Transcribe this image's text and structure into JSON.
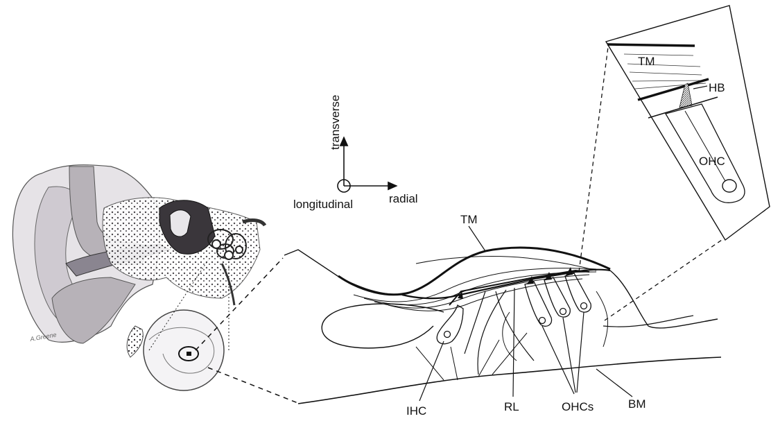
{
  "labels": {
    "transverse": "transverse",
    "longitudinal": "longitudinal",
    "radial": "radial",
    "tm_main": "TM",
    "ihc": "IHC",
    "rl": "RL",
    "ohcs": "OHCs",
    "bm": "BM",
    "inset_tm": "TM",
    "inset_hb": "HB",
    "inset_ohc": "OHC",
    "signature": "A.Greene"
  },
  "colors": {
    "line": "#111111",
    "ear_shade": "#b7b2b8",
    "ear_dark": "#3a363b",
    "ear_mid": "#8a8590",
    "paper": "#ffffff"
  }
}
